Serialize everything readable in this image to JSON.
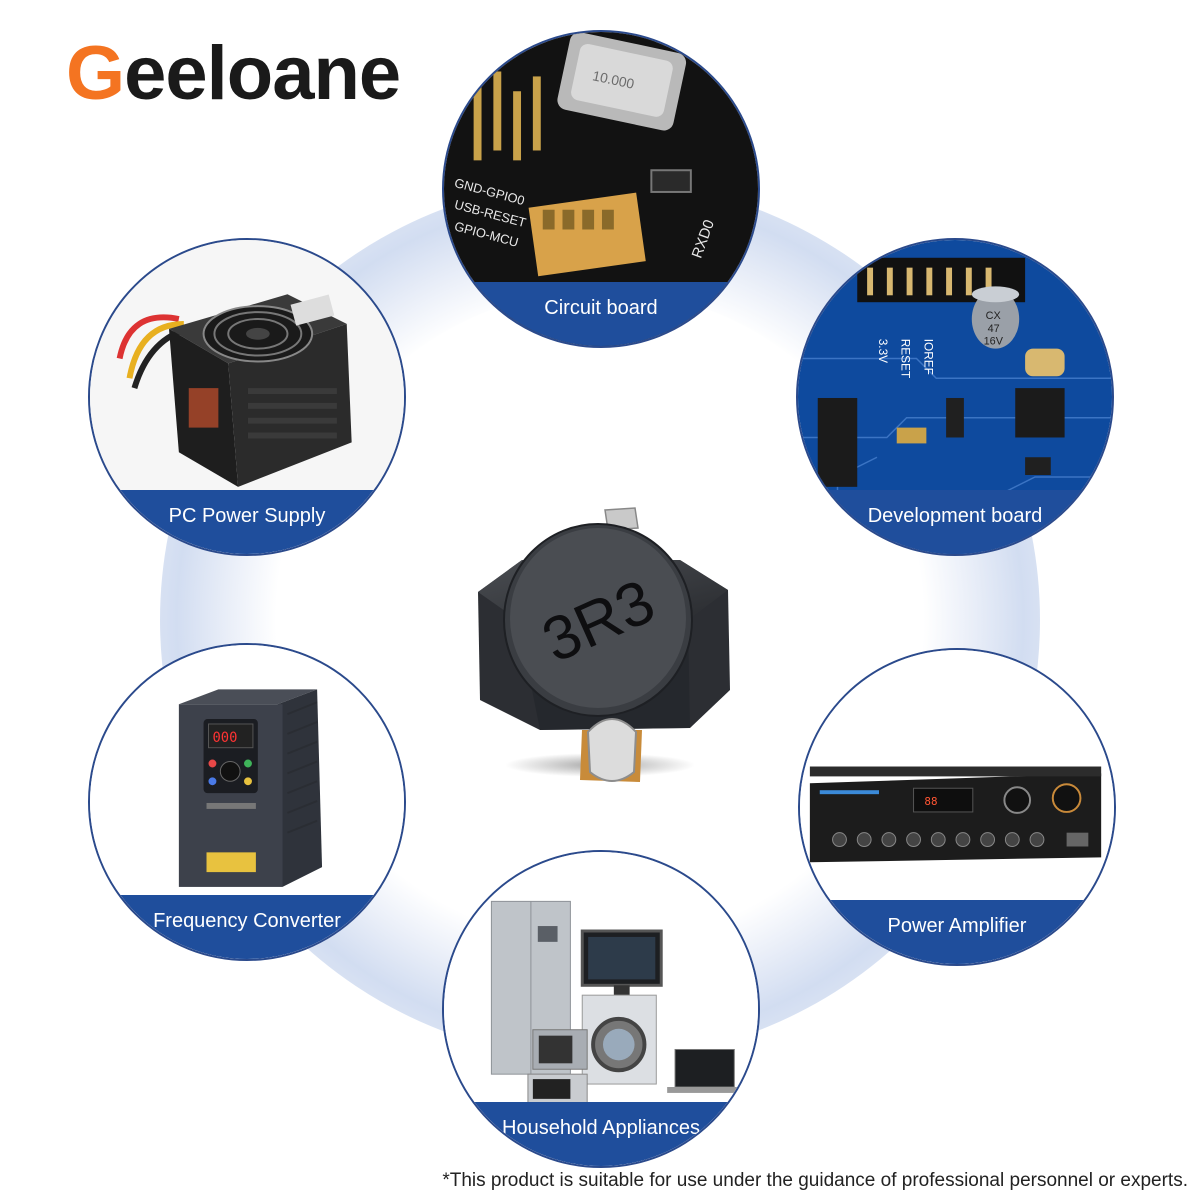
{
  "brand": {
    "first_letter": "G",
    "rest": "eeloane",
    "accent": "#f47421"
  },
  "product": {
    "marking": "3R3"
  },
  "applications": [
    {
      "label": "Circuit board",
      "icon": "circuit-board-photo",
      "silkscreen": [
        "GND-GPIO0",
        "USB-RESET",
        "GPIO-MCU",
        "RXD0"
      ],
      "crystal": "10.000"
    },
    {
      "label": "PC Power Supply",
      "icon": "power-supply-photo"
    },
    {
      "label": "Development board",
      "icon": "development-board-photo",
      "silkscreen": [
        "IOREF",
        "RESET",
        "3.3V"
      ],
      "capacitor": [
        "CX",
        "47",
        "16V"
      ]
    },
    {
      "label": "Frequency Converter",
      "icon": "frequency-converter-photo"
    },
    {
      "label": "Power Amplifier",
      "icon": "power-amplifier-photo"
    },
    {
      "label": "Household Appliances",
      "icon": "household-appliances-photo"
    }
  ],
  "disclaimer": "*This product is suitable for use under the guidance of professional personnel or experts.",
  "colors": {
    "label_band": "#1f4e9c",
    "ring": "#2b4a8c"
  }
}
